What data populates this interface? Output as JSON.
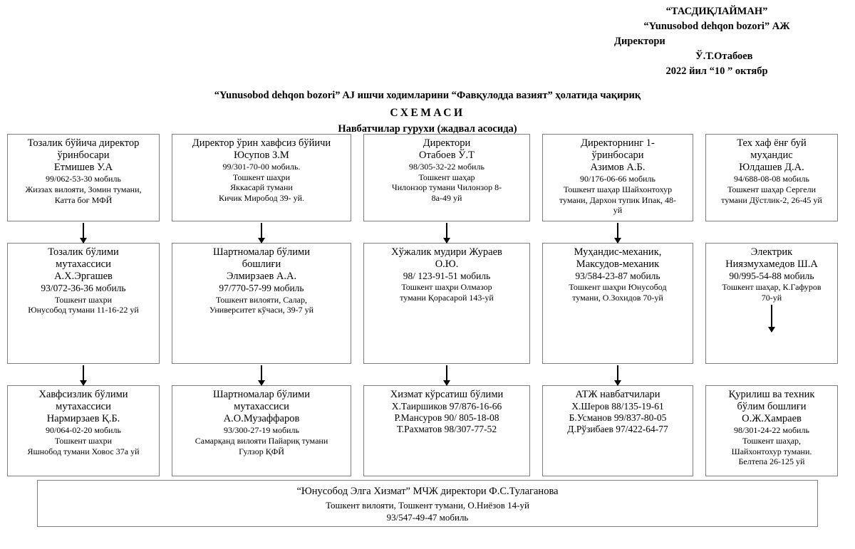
{
  "approval": {
    "line1": "“ТАСДИҚЛАЙМАН”",
    "line2": "“Yunusobod dehqon bozori” АЖ",
    "line3": "Директори",
    "line4": "Ў.Т.Отабоев",
    "line5": "2022 йил “10 ” октябр"
  },
  "title": {
    "line1": "“Yunusobod  dehqon bozori” AJ ишчи ходимларини “Фавқулодда вазият” ҳолатида чақириқ",
    "line2": "СХЕМАСИ",
    "line3": "Навбатчилар гурухи (жадвал асосида)"
  },
  "columns": [
    {
      "name": "cleaning-column",
      "row1": {
        "head": [
          "Тозалик бўйича директор",
          "ўринбосари",
          "Етмишев У.А"
        ],
        "body": [
          "99/062-53-30 мобиль",
          "Жиззах вилояти, Зомин тумани,",
          "Катта боғ МФЙ"
        ]
      },
      "row2": {
        "head": [
          "Тозалик бўлими",
          "мутахассиси",
          "А.Х.Эргашев"
        ],
        "phone": "93/072-36-36 мобиль",
        "body": [
          "Тошкент шахри",
          "Юнусобод тумани 11-16-22 уй"
        ]
      },
      "row3": {
        "head": [
          "Хавфсизлик бўлими",
          "мутахассиси",
          "Нармирзаев Қ.Б."
        ],
        "body": [
          "90/064-02-20 мобиль",
          "Тошкент шахри",
          "Яшнобод тумани Ховос 37а уй"
        ]
      }
    },
    {
      "name": "contracts-column",
      "row1": {
        "head": [
          "Директор ўрин хавфсиз бўйичи",
          "Юсупов З.М"
        ],
        "body": [
          "99/301-70-00 мобиль.",
          "Тошкент шаҳри",
          "Яккасарй тумани",
          "Кичик Миробод 39- уй."
        ]
      },
      "row2": {
        "head": [
          "Шартномалар бўлими",
          "бошлиғи",
          "Элмирзаев А.А."
        ],
        "phone": "97/770-57-99 мобиль",
        "body": [
          "Тошкент вилояти, Салар,",
          "Университет кўчаси, 39-7 уй"
        ]
      },
      "row3": {
        "head": [
          "Шартномалар бўлими",
          "мутахассиси",
          "А.О.Музаффаров"
        ],
        "body": [
          "93/300-27-19 мобиль",
          "Самарқанд вилояти Пайариқ тумани",
          "Гулзор ҚФЙ"
        ]
      }
    },
    {
      "name": "director-column",
      "row1": {
        "head": [
          "Директори",
          "Отабоев Ў.Т"
        ],
        "body": [
          "98/305-32-22 мобиль",
          "Тошкент шаҳар",
          "Чилонзор тумани  Чилонзор 8-",
          "8а-49 уй"
        ]
      },
      "row2": {
        "head": [
          "Хўжалик мудири  Жураев",
          "О.Ю."
        ],
        "phone": "98/ 123-91-51 мобиль",
        "body": [
          "Тошкент шаҳри  Олмазор",
          "тумани Қорасарой 143-уй"
        ]
      },
      "row3": {
        "head": [
          "Хизмат кўрсатиш бўлими"
        ],
        "body": [
          "Х.Таиршиков 97/876-16-66",
          "Р.Мансуров 90/ 805-18-08",
          "Т.Рахматов 98/307-77-52"
        ]
      }
    },
    {
      "name": "first-deputy-column",
      "row1": {
        "head": [
          "Директорнинг 1-",
          "ўринбосари",
          "Азимов А.Б."
        ],
        "body": [
          "90/176-06-66 мобиль",
          "Тошкент шаҳар Шайхонтохур",
          "тумани, Дархон тупик Ипак, 48-",
          "уй"
        ]
      },
      "row2": {
        "head": [
          "Муҳандис-механик,",
          "Максудов-механик"
        ],
        "phone": "93/584-23-87 мобиль",
        "body": [
          "Тошкент шаҳри Юнусобод",
          "тумани, О.Зохидов 70-уй"
        ]
      },
      "row3": {
        "head": [
          "АТЖ навбатчилари"
        ],
        "body": [
          "Х.Шеров 88/135-19-61",
          "Б.Усманов 99/837-80-05",
          "Д.Рўзибаев 97/422-64-77"
        ]
      }
    },
    {
      "name": "tech-safety-column",
      "row1": {
        "head": [
          "Тех хаф ёнғ буй",
          "муҳандис",
          "Юлдашев Д.А."
        ],
        "body": [
          "94/688-08-08 мобиль",
          "Тошкент шаҳар Сергели",
          "тумани Дўстлик-2, 26-45 уй"
        ]
      },
      "row2": {
        "head": [
          "Электрик",
          "Ниязмухамедов Ш.А"
        ],
        "phone": "90/995-54-88 мобиль",
        "body": [
          "Тошкент шаҳар, К.Гафуров",
          "70-уй"
        ]
      },
      "row3": {
        "head": [
          "Қурилиш ва техник",
          "бўлим бошлиғи",
          "О.Ж.Хамраев"
        ],
        "body": [
          "98/301-24-22 мобиль",
          "Тошкент шаҳар,",
          "Шайхонтохур тумани.",
          "Белтепа 26-125 уй"
        ]
      }
    }
  ],
  "footer": {
    "line1": "“Юнусобод Элга Хизмат” МЧЖ директори Ф.С.Тулаганова",
    "line2": "Тошкент вилояти, Тошкент тумани,  О.Ниёзов 14-уй",
    "line3": "93/547-49-47 мобиль"
  }
}
